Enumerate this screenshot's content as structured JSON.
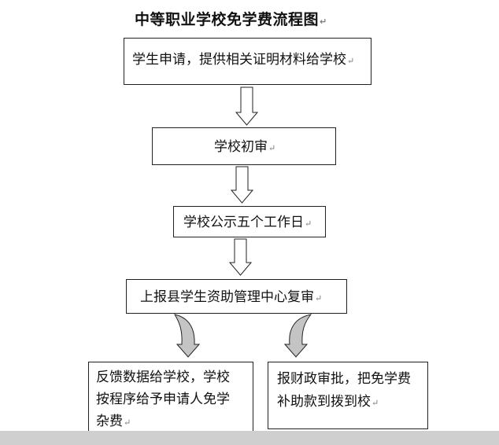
{
  "title": "中等职业学校免学费流程图",
  "paragraph_mark": "↵",
  "steps": {
    "apply": "学生申请，提供相关证明材料给学校",
    "initial_review": "学校初审",
    "publicity": "学校公示五个工作日",
    "county_review": "上报县学生资助管理中心复审",
    "feedback": [
      "反馈数据给学校，学校",
      "按程序给予申请人免学",
      "杂费"
    ],
    "finance": [
      "报财政审批，把免学费",
      "补助款到拨到校"
    ]
  },
  "colors": {
    "border": "#222222",
    "curved_arrow_fill": "#c4c4c4",
    "page_bottom_bar": "#cfcfcf"
  }
}
